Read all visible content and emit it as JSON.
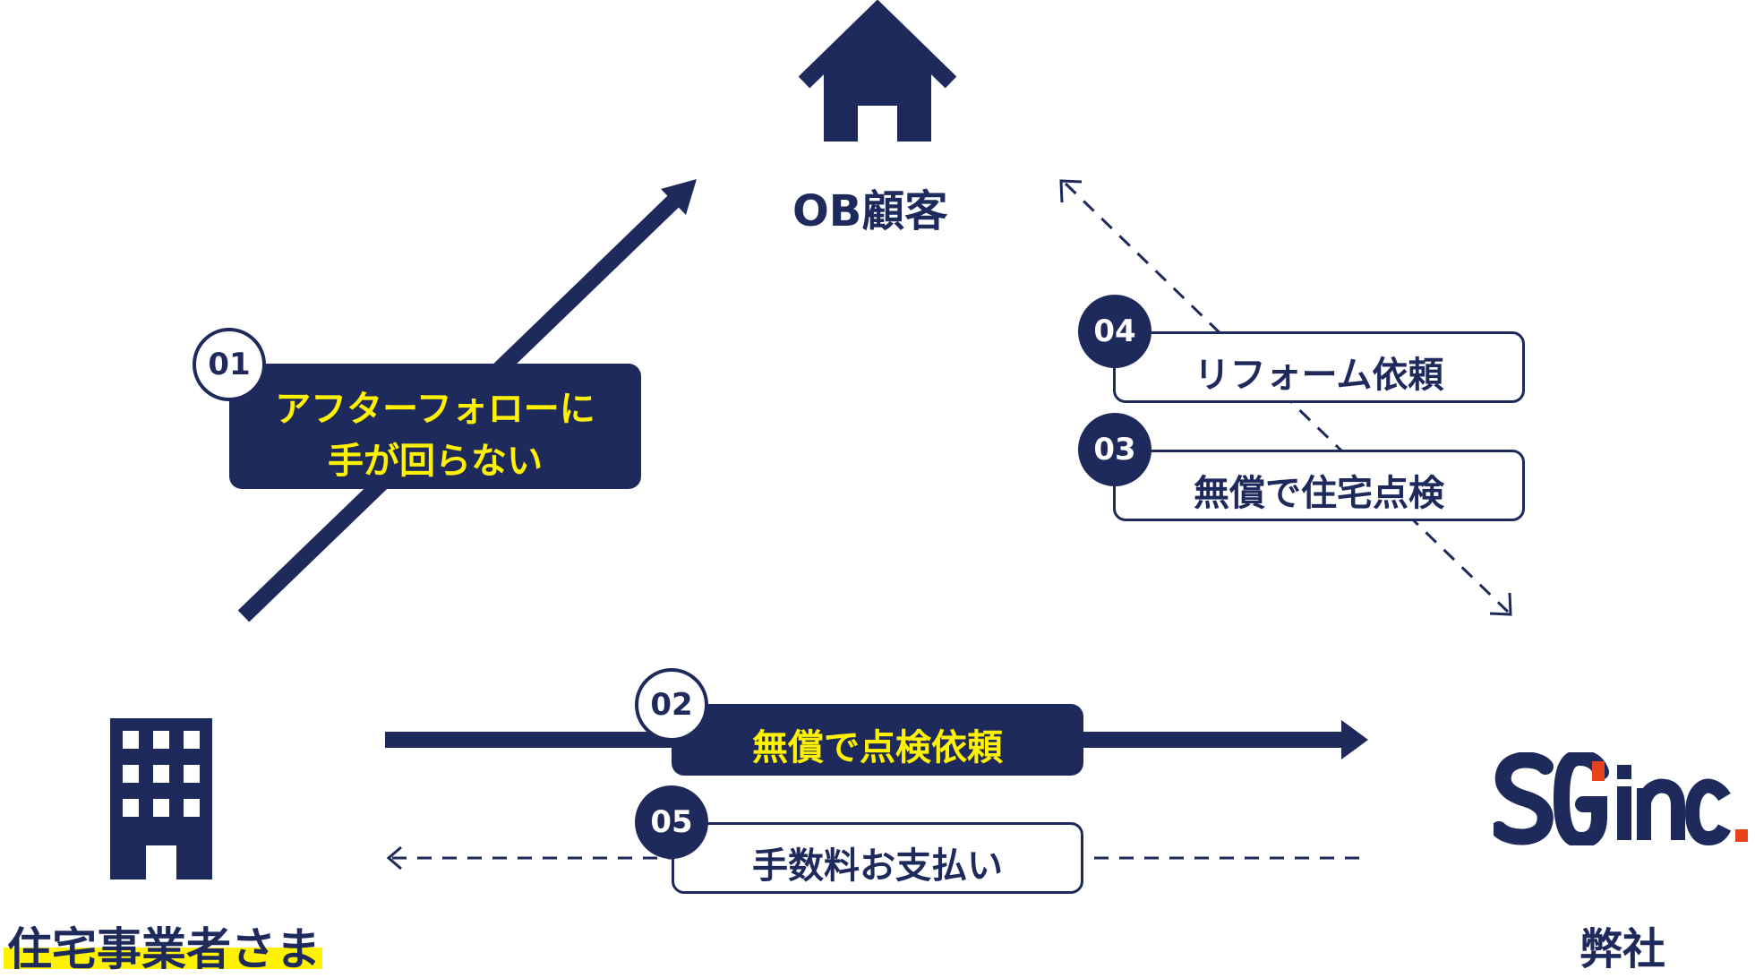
{
  "nodes": {
    "customer": {
      "label": "OB顧客"
    },
    "builder": {
      "label": "住宅事業者さま"
    },
    "company": {
      "label": "弊社",
      "logo_text": "SG inc."
    }
  },
  "steps": [
    {
      "num": "01",
      "text_line1": "アフターフォローに",
      "text_line2": "手が回らない"
    },
    {
      "num": "02",
      "text": "無償で点検依頼"
    },
    {
      "num": "03",
      "text": "無償で住宅点検"
    },
    {
      "num": "04",
      "text": "リフォーム依頼"
    },
    {
      "num": "05",
      "text": "手数料お支払い"
    }
  ],
  "colors": {
    "navy": "#1e2a5c",
    "yellow": "#fff200",
    "logo_accent": "#e8421c"
  },
  "icons": [
    "house-icon",
    "building-icon",
    "company-logo"
  ]
}
